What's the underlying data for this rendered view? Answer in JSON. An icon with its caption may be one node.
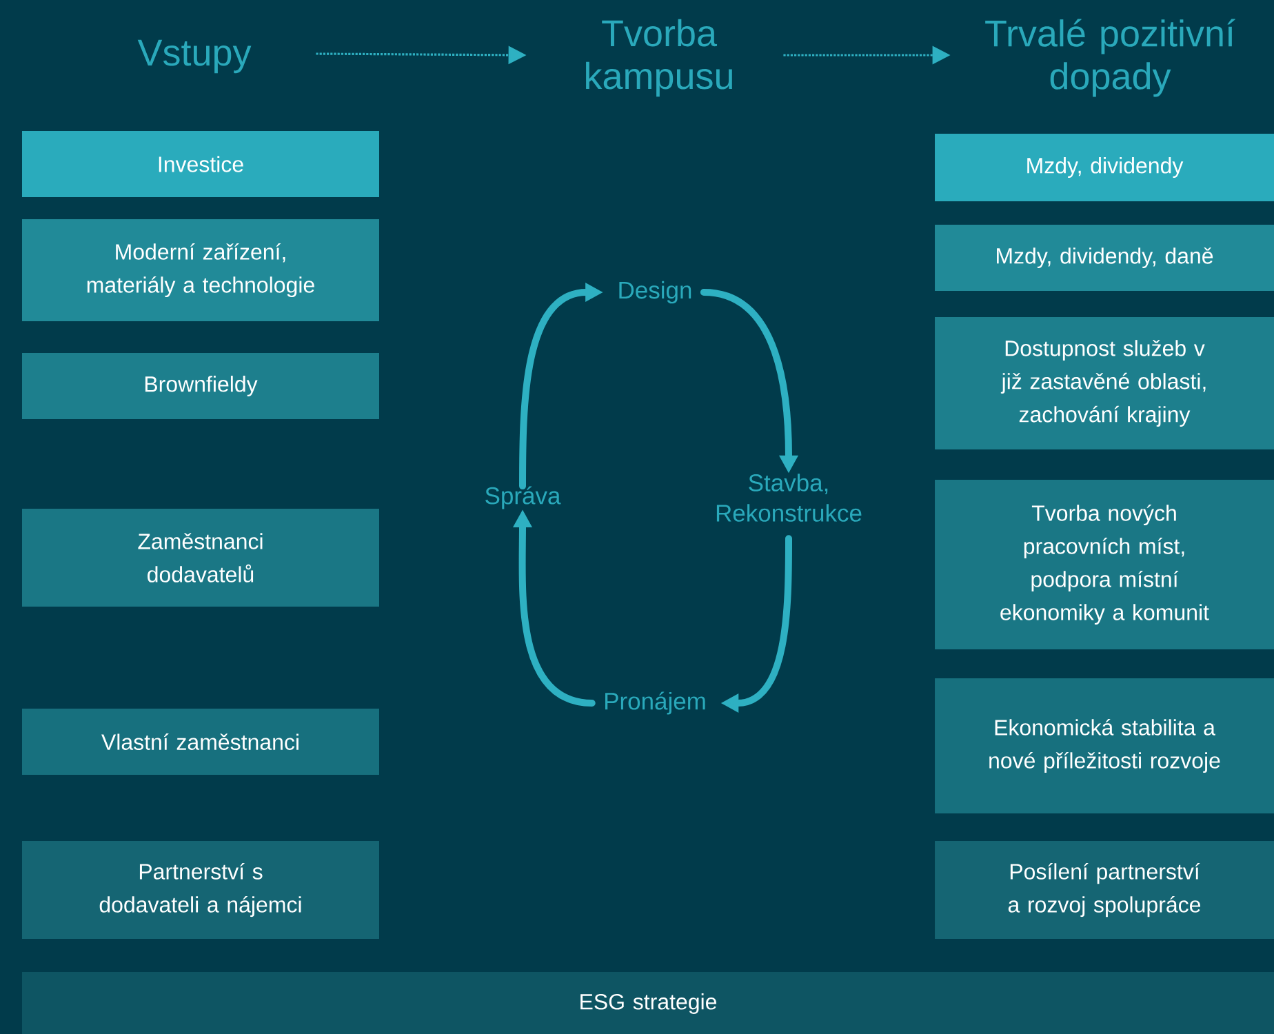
{
  "diagram": {
    "nodes": [
      {
        "text": [
          "Vstupy"
        ]
      },
      {
        "text": [
          "Tvorba kampusu"
        ]
      },
      {
        "text": [
          "Trvalé pozitivní dopady"
        ]
      },
      {
        "text": [
          "Investice"
        ]
      },
      {
        "text": [
          "Moderní zařízení, materiály a technologie"
        ]
      },
      {
        "text": [
          "Brownfieldy"
        ]
      },
      {
        "text": [
          "Zaměstnanci dodavatelů"
        ]
      },
      {
        "text": [
          "Vlastní zaměstnanci"
        ]
      },
      {
        "text": [
          "Partnerství s dodavateli a nájemci"
        ]
      },
      {
        "text": [
          "Design"
        ]
      },
      {
        "text": [
          "Stavba, Rekonstrukce"
        ]
      },
      {
        "text": [
          "Pronájem"
        ]
      },
      {
        "text": [
          "Správa"
        ]
      },
      {
        "text": [
          "Mzdy, dividendy"
        ]
      },
      {
        "text": [
          "Mzdy, dividendy, daně"
        ]
      },
      {
        "text": [
          "Dostupnost služeb v již zastavěné oblasti, zachování krajiny"
        ]
      },
      {
        "text": [
          "Tvorba nových pracovních míst, podpora místní ekonomiky a komunit"
        ]
      },
      {
        "text": [
          "Ekonomická stabilita a nové příležitosti rozvoje"
        ]
      },
      {
        "text": [
          "Posílení partnerství a rozvoj spolupráce"
        ]
      },
      {
        "text": [
          "ESG strategie"
        ]
      }
    ],
    "edges": [
      {
        "from": 0,
        "to": 1,
        "arrow": "to",
        "style": "dashed"
      },
      {
        "from": 1,
        "to": 2,
        "arrow": "to",
        "style": "dashed"
      },
      {
        "from": 9,
        "to": 10,
        "arrow": "to"
      },
      {
        "from": 10,
        "to": 11,
        "arrow": "to"
      },
      {
        "from": 11,
        "to": 12,
        "arrow": "to"
      },
      {
        "from": 12,
        "to": 9,
        "arrow": "to"
      }
    ]
  }
}
